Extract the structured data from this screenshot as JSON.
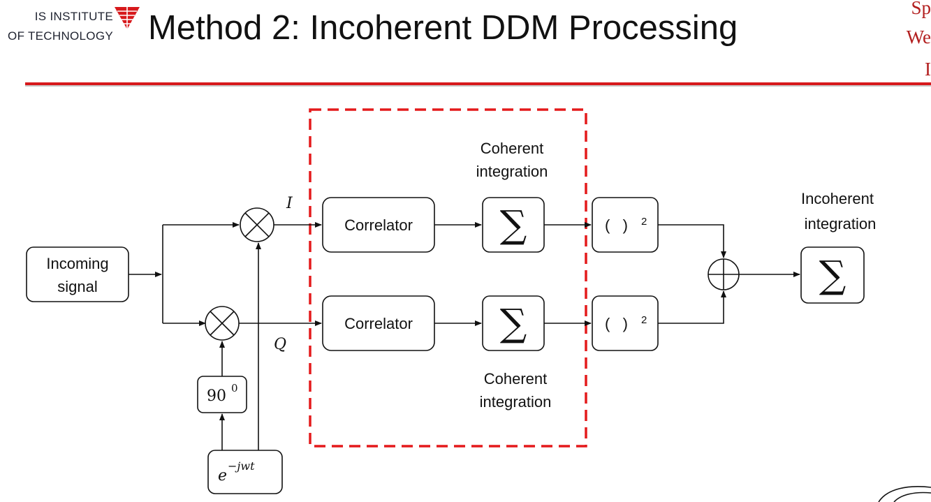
{
  "header": {
    "logo_line1": "IS INSTITUTE",
    "logo_line2": "OF TECHNOLOGY",
    "title": "Method 2: Incoherent DDM Processing",
    "corner_line1": "Sp",
    "corner_line2": "We",
    "corner_line3": "I"
  },
  "diagram": {
    "incoming_line1": "Incoming",
    "incoming_line2": "signal",
    "i_label": "I",
    "q_label": "Q",
    "phase_box": "90",
    "phase_exp": "0",
    "osc_base": "e",
    "osc_exp": "−jwt",
    "correlator_top": "Correlator",
    "correlator_bottom": "Correlator",
    "sigma": "∑",
    "coherent_top_line1": "Coherent",
    "coherent_top_line2": "integration",
    "coherent_bottom_line1": "Coherent",
    "coherent_bottom_line2": "integration",
    "square_top": "(   )",
    "square_bottom": "(   )",
    "square_exp": "2",
    "incoherent_line1": "Incoherent",
    "incoherent_line2": "integration"
  },
  "colors": {
    "accent_red": "#e41a1c",
    "rule_red": "#d7191c",
    "corner_text": "#b21e1e"
  }
}
